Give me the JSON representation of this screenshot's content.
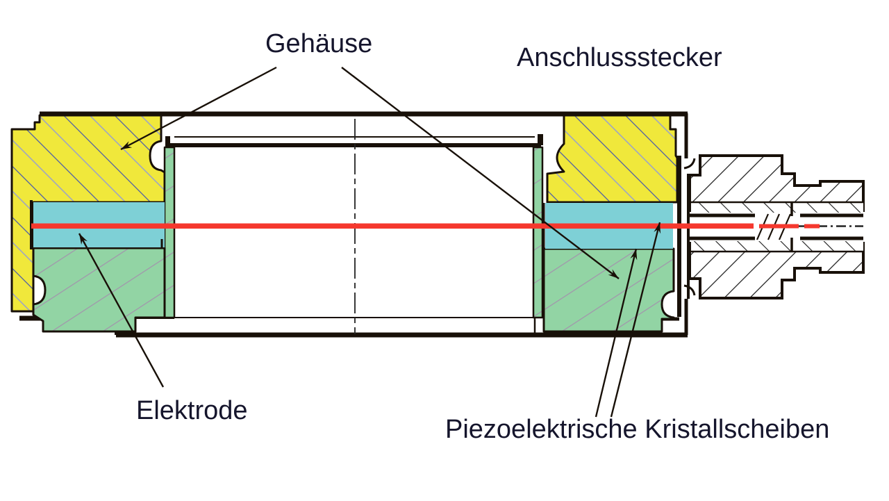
{
  "figure": {
    "labels": {
      "gehaeuse": "Gehäuse",
      "anschlussstecker": "Anschlussstecker",
      "elektrode": "Elektrode",
      "kristallscheiben": "Piezoelektrische Kristallscheiben"
    },
    "colors": {
      "housing_yellow": "#f0e83b",
      "yellow_hatch": "#4c5caa",
      "yellow_hatch_light": "#98a0cd",
      "housing_green": "#92d4a4",
      "green_hatch": "#a295ac",
      "crystal_cyan": "#7ed0d6",
      "electrode_red": "#f5382e",
      "outline_black": "#181008",
      "connector_hatch": "#1c1c1c",
      "label_text": "#15152c"
    }
  }
}
